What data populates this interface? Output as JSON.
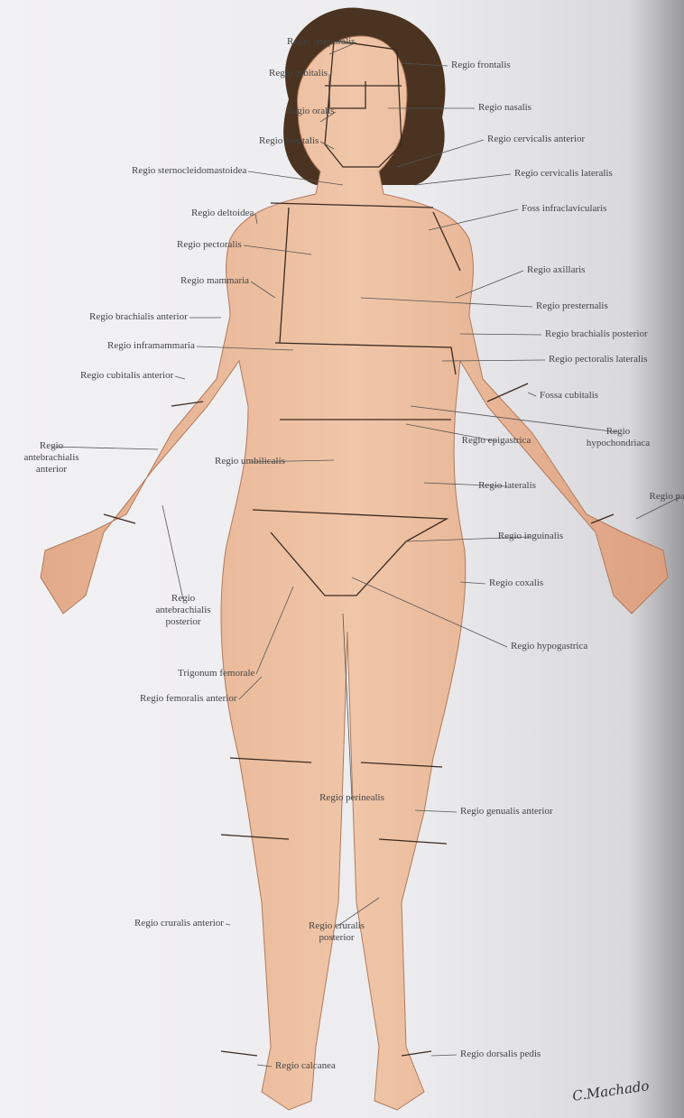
{
  "labels": {
    "temporalis": "Regio temporalis",
    "frontalis": "Regio frontalis",
    "orbitalis": "Regio orbitalis",
    "nasalis": "Regio nasalis",
    "oralis": "Regio oralis",
    "cervicalis_anterior": "Regio cervicalis anterior",
    "mentalis": "Regio mentalis",
    "cervicalis_lateralis": "Regio cervicalis lateralis",
    "sternocleidomastoidea": "Regio sternocleidomastoidea",
    "infraclavicularis": "Foss infraclavicularis",
    "deltoidea": "Regio deltoidea",
    "pectoralis": "Regio pectoralis",
    "axillaris": "Regio axillaris",
    "mammaria": "Regio mammaria",
    "presternalis": "Regio presternalis",
    "brachialis_anterior": "Regio brachialis anterior",
    "brachialis_posterior": "Regio brachialis posterior",
    "inframammaria": "Regio inframammaria",
    "pectoralis_lateralis": "Regio pectoralis lateralis",
    "cubitalis_anterior": "Regio cubitalis anterior",
    "fossa_cubitalis": "Fossa cubitalis",
    "hypochondriaca": "Regio hypochondriaca",
    "antebrachialis_anterior": "Regio antebrachialis anterior",
    "epigastrica": "Regio epigastrica",
    "umbilicalis": "Regio umbilicalis",
    "lateralis": "Regio lateralis",
    "palmaris": "Regio palmaris",
    "inguinalis": "Regio inguinalis",
    "coxalis": "Regio coxalis",
    "antebrachialis_posterior": "Regio antebrachialis posterior",
    "hypogastrica": "Regio hypogastrica",
    "trigonum_femorale": "Trigonum femorale",
    "femoralis_anterior": "Regio femoralis anterior",
    "perinealis": "Regio perinealis",
    "genualis_anterior": "Regio genualis anterior",
    "cruralis_anterior": "Regio cruralis anterior",
    "cruralis_posterior": "Regio cruralis posterior",
    "calcanea": "Regio calcanea",
    "dorsalis_pedis": "Regio dorsalis pedis"
  },
  "signature": "C.Machado",
  "colors": {
    "skin": "#e8b89a",
    "skin_shadow": "#d49a78",
    "hair": "#4a3320",
    "line": "#3a2a22"
  }
}
